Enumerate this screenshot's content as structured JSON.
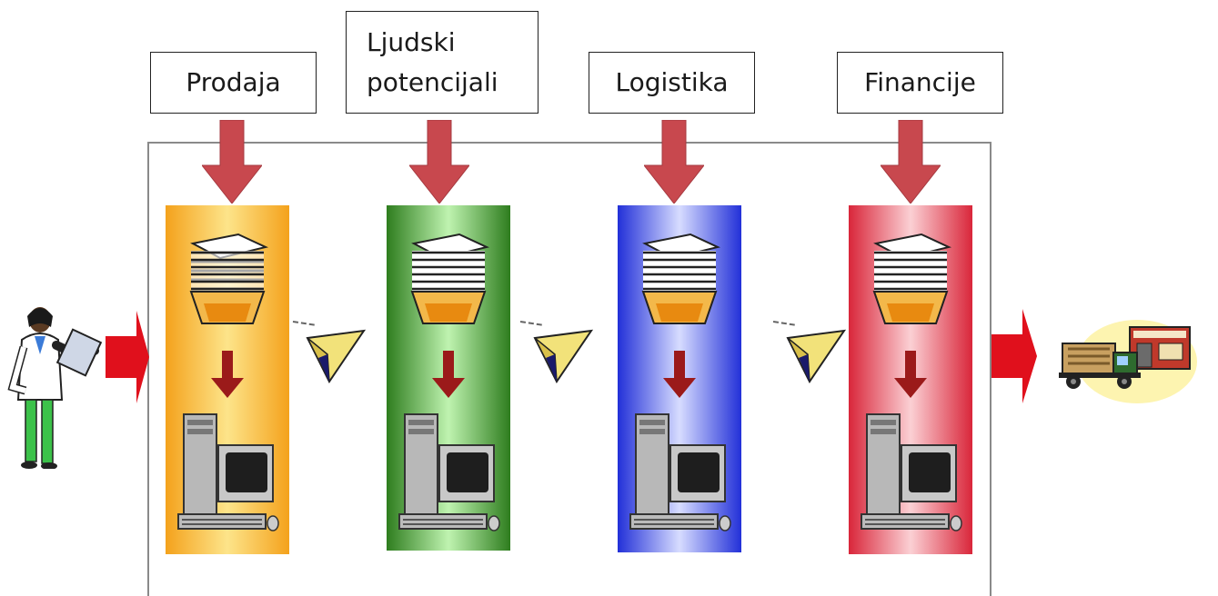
{
  "departments": [
    {
      "label": "Prodaja",
      "color": "#f4a21c",
      "inner": "#f9d35a",
      "glow": "#fde48a"
    },
    {
      "label": "Ljudski potencijali",
      "label_line1": "Ljudski",
      "label_line2": "potencijali",
      "color": "#2e7d1e",
      "inner": "#5fc24b",
      "glow": "#bff3b0"
    },
    {
      "label": "Logistika",
      "color": "#2230d8",
      "inner": "#6a76f0",
      "glow": "#d7dcff"
    },
    {
      "label": "Financije",
      "color": "#d9263a",
      "inner": "#ec6d78",
      "glow": "#fbd0d4"
    }
  ],
  "colors": {
    "top_arrow": "#c8484e",
    "inner_arrow": "#9b1a1a",
    "flow_arrow": "#e0101c",
    "frame": "#8a8a8a"
  },
  "icons": [
    "person-icon",
    "paper-stack-icon",
    "computer-icon",
    "paper-plane-icon",
    "delivery-truck-store-icon"
  ]
}
